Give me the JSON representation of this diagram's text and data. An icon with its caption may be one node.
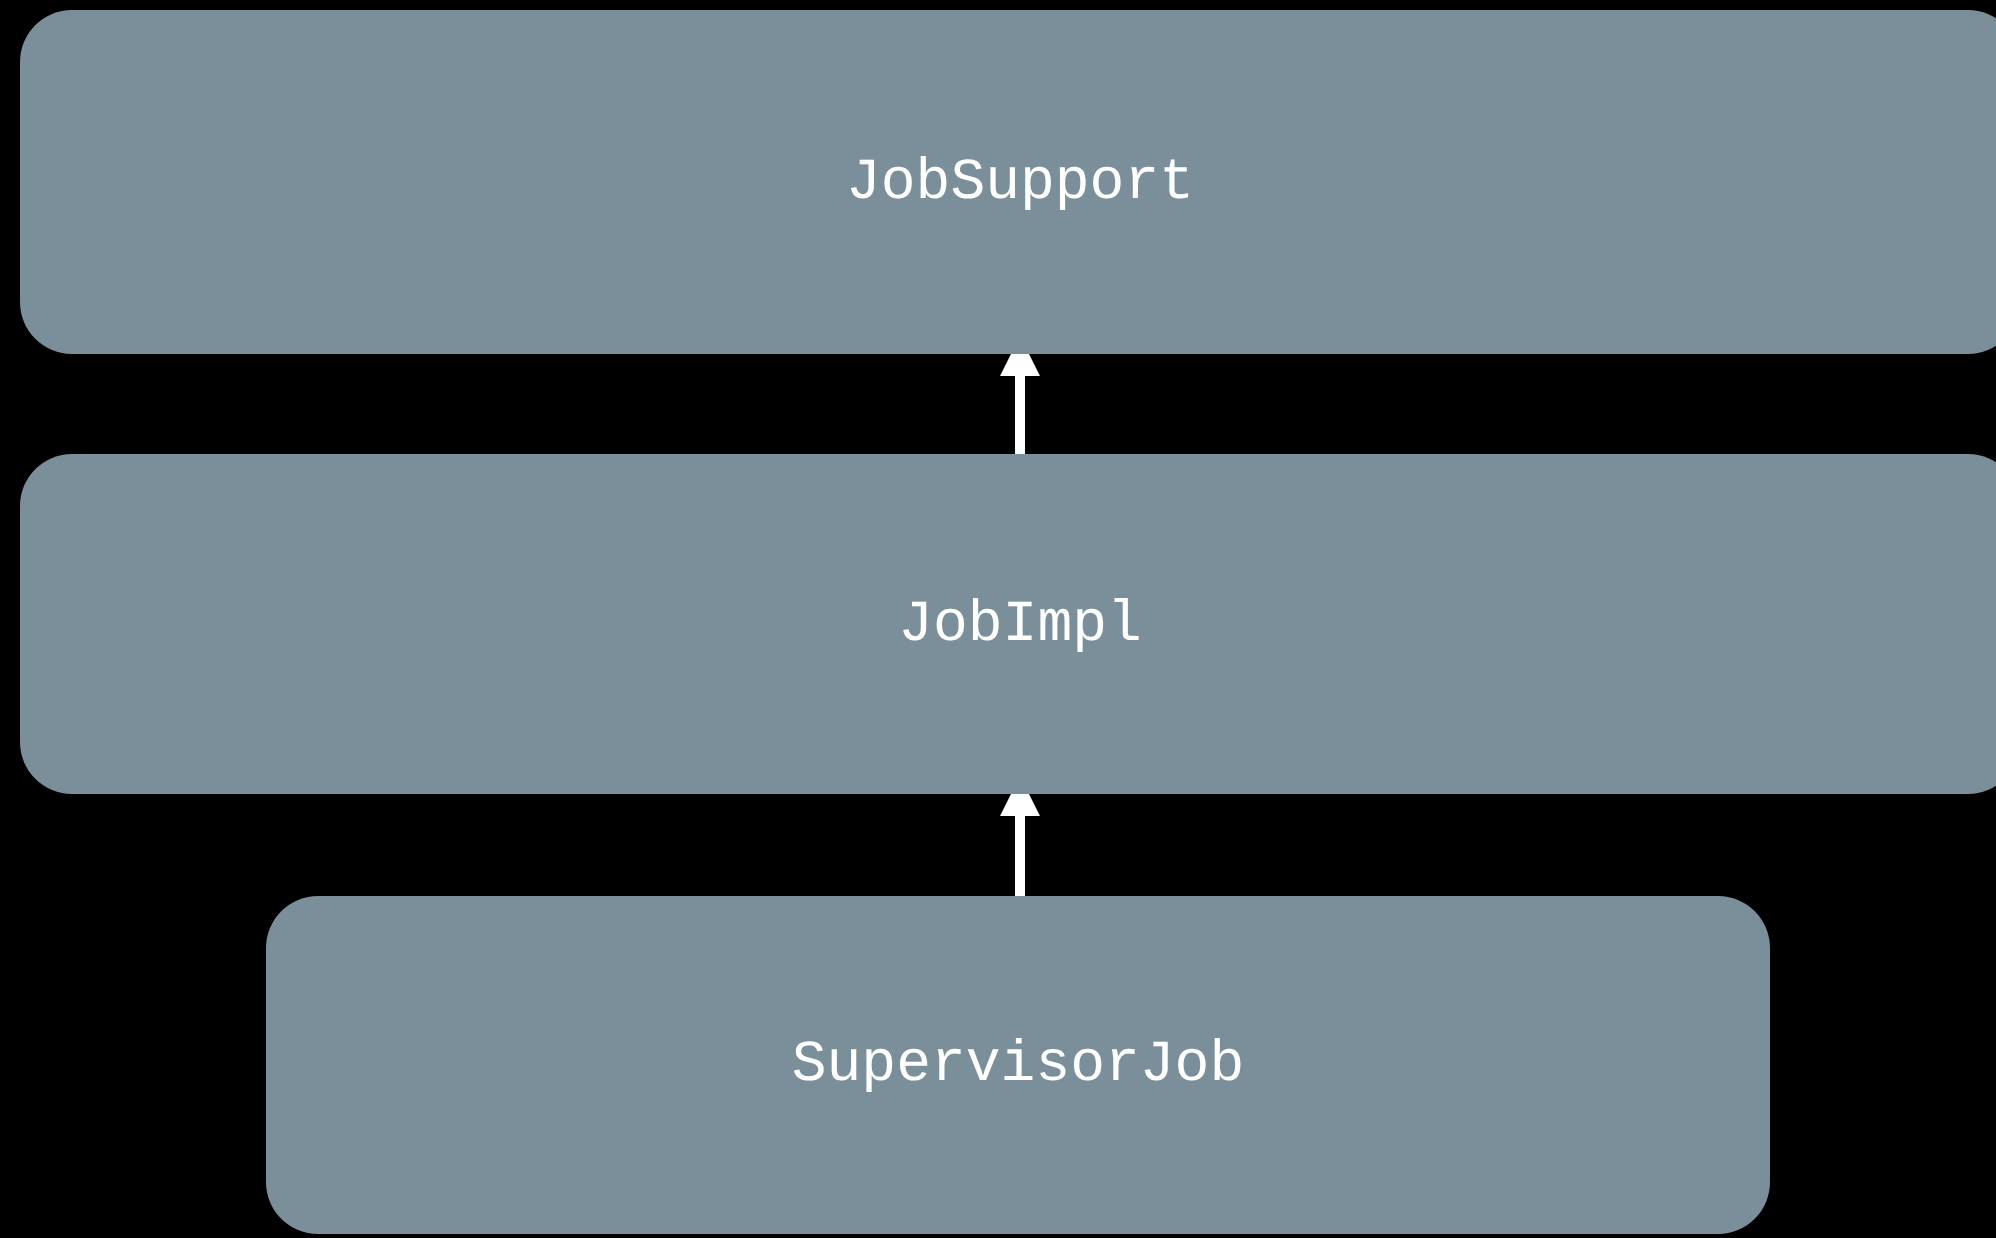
{
  "diagram": {
    "nodes": [
      {
        "text": [
          "JobSupport"
        ]
      },
      {
        "text": [
          "JobImpl"
        ]
      },
      {
        "text": [
          "SupervisorJob"
        ]
      }
    ],
    "edges": [
      {
        "from": 1,
        "to": 0,
        "arrow": "to"
      },
      {
        "from": 2,
        "to": 1,
        "arrow": "to"
      }
    ]
  }
}
